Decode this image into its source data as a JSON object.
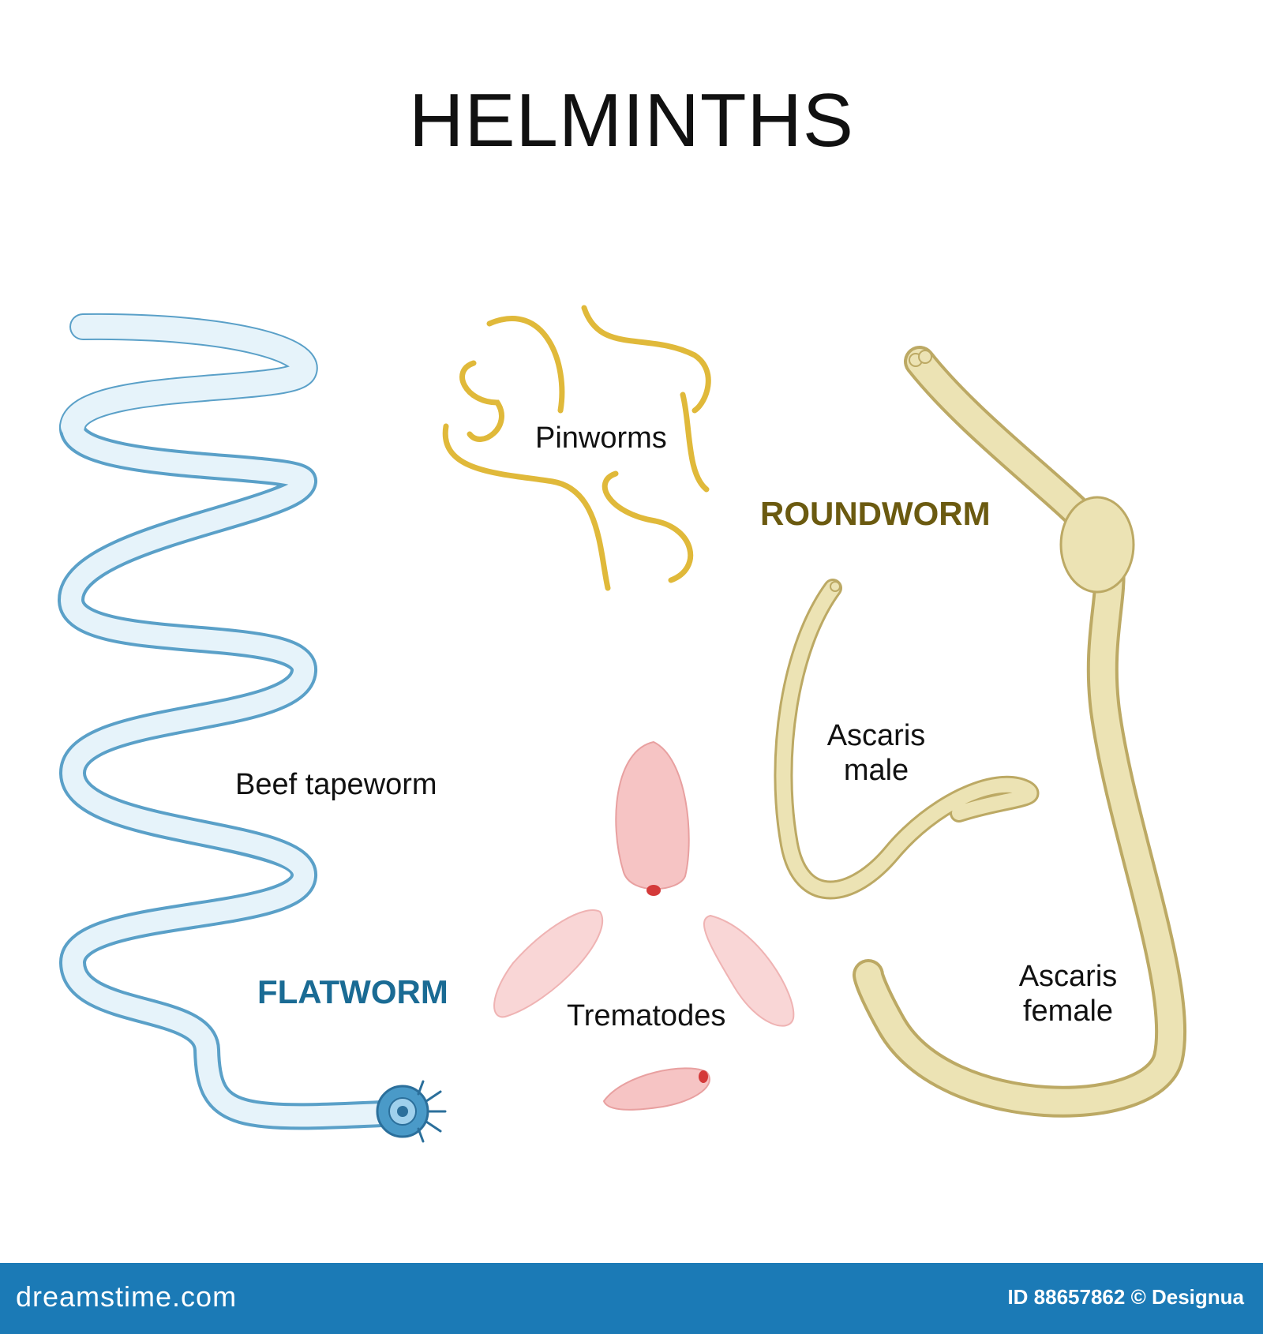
{
  "title": "HELMINTHS",
  "groups": {
    "flatworm": "FLATWORM",
    "roundworm": "ROUNDWORM"
  },
  "labels": {
    "pinworms": "Pinworms",
    "beef_tapeworm": "Beef tapeworm",
    "trematodes": "Trematodes",
    "ascaris_male_1": "Ascaris",
    "ascaris_male_2": "male",
    "ascaris_female_1": "Ascaris",
    "ascaris_female_2": "female"
  },
  "footer": {
    "brand": "dreamstime.com",
    "credit": "ID 88657862 © Designua"
  },
  "colors": {
    "flatworm": "#1a6b94",
    "roundworm": "#6b5a10",
    "tapeworm": "#cfe8f6",
    "tapeworm_edge": "#5aa0c8",
    "pinworm": "#e0b93a",
    "trematode": "#f6c4c4",
    "ascaris": "#ece3b4",
    "ascaris_edge": "#bca964",
    "footer": "#1b7ab6"
  }
}
